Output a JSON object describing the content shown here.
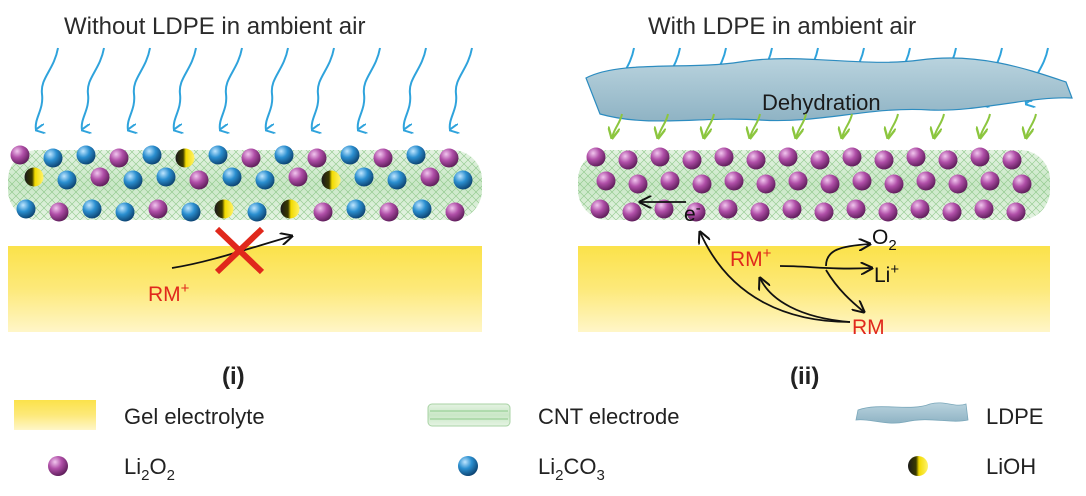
{
  "panels": {
    "left": {
      "title": "Without LDPE in ambient air",
      "mediator": "RM",
      "mediator_charge": "+",
      "label": "(i)"
    },
    "right": {
      "title": "With LDPE in ambient air",
      "dehydration": "Dehydration",
      "electron": "e",
      "electron_charge": "-",
      "mediator_ox": "RM",
      "mediator_ox_charge": "+",
      "oxygen": "O",
      "oxygen_sub": "2",
      "lithium": "Li",
      "lithium_charge": "+",
      "mediator_red": "RM",
      "label": "(ii)"
    }
  },
  "legend": {
    "gel": "Gel electrolyte",
    "cnt": "CNT electrode",
    "ldpe": "LDPE",
    "li2o2": {
      "a": "Li",
      "s1": "2",
      "b": "O",
      "s2": "2"
    },
    "li2co3": {
      "a": "Li",
      "s1": "2",
      "b": "CO",
      "s2": "3"
    },
    "lioh": "LiOH"
  },
  "colors": {
    "gel": "#fbe964",
    "cnt": "#b8dcb5",
    "ldpe": "#9fc0cf",
    "air_arrow": "#2fa3dc",
    "dry_arrow": "#8cc63f",
    "li2o2": "#b04fa8",
    "li2co3": "#2b8fd0",
    "lioh": "#f2da00",
    "cross": "#e0281c",
    "mediator_text": "#e0281c"
  }
}
